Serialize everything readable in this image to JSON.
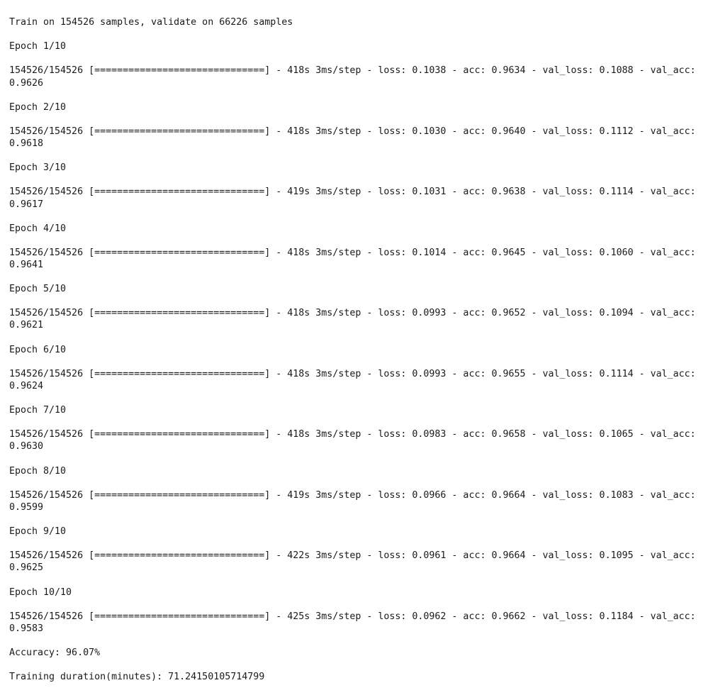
{
  "terminal": {
    "background_color": "#ffffff",
    "text_color": "#1a1a1a",
    "header_line": "Train on 154526 samples, validate on 66226 samples",
    "progress_bar": "154526/154526 [==============================]",
    "steps_done": "154526",
    "steps_total": "154526",
    "total_epochs": "10",
    "epochs": [
      {
        "epoch_label": "Epoch 1/10",
        "line": "154526/154526 [==============================] - 418s 3ms/step - loss: 0.1038 - acc: 0.9634 - val_loss: 0.1088 - val_acc: 0.9626",
        "time": "418s",
        "step_time": "3ms/step",
        "loss": "0.1038",
        "acc": "0.9634",
        "val_loss": "0.1088",
        "val_acc": "0.9626"
      },
      {
        "epoch_label": "Epoch 2/10",
        "line": "154526/154526 [==============================] - 418s 3ms/step - loss: 0.1030 - acc: 0.9640 - val_loss: 0.1112 - val_acc: 0.9618",
        "time": "418s",
        "step_time": "3ms/step",
        "loss": "0.1030",
        "acc": "0.9640",
        "val_loss": "0.1112",
        "val_acc": "0.9618"
      },
      {
        "epoch_label": "Epoch 3/10",
        "line": "154526/154526 [==============================] - 419s 3ms/step - loss: 0.1031 - acc: 0.9638 - val_loss: 0.1114 - val_acc: 0.9617",
        "time": "419s",
        "step_time": "3ms/step",
        "loss": "0.1031",
        "acc": "0.9638",
        "val_loss": "0.1114",
        "val_acc": "0.9617"
      },
      {
        "epoch_label": "Epoch 4/10",
        "line": "154526/154526 [==============================] - 418s 3ms/step - loss: 0.1014 - acc: 0.9645 - val_loss: 0.1060 - val_acc: 0.9641",
        "time": "418s",
        "step_time": "3ms/step",
        "loss": "0.1014",
        "acc": "0.9645",
        "val_loss": "0.1060",
        "val_acc": "0.9641"
      },
      {
        "epoch_label": "Epoch 5/10",
        "line": "154526/154526 [==============================] - 418s 3ms/step - loss: 0.0993 - acc: 0.9652 - val_loss: 0.1094 - val_acc: 0.9621",
        "time": "418s",
        "step_time": "3ms/step",
        "loss": "0.0993",
        "acc": "0.9652",
        "val_loss": "0.1094",
        "val_acc": "0.9621"
      },
      {
        "epoch_label": "Epoch 6/10",
        "line": "154526/154526 [==============================] - 418s 3ms/step - loss: 0.0993 - acc: 0.9655 - val_loss: 0.1114 - val_acc: 0.9624",
        "time": "418s",
        "step_time": "3ms/step",
        "loss": "0.0993",
        "acc": "0.9655",
        "val_loss": "0.1114",
        "val_acc": "0.9624"
      },
      {
        "epoch_label": "Epoch 7/10",
        "line": "154526/154526 [==============================] - 418s 3ms/step - loss: 0.0983 - acc: 0.9658 - val_loss: 0.1065 - val_acc: 0.9630",
        "time": "418s",
        "step_time": "3ms/step",
        "loss": "0.0983",
        "acc": "0.9658",
        "val_loss": "0.1065",
        "val_acc": "0.9630"
      },
      {
        "epoch_label": "Epoch 8/10",
        "line": "154526/154526 [==============================] - 419s 3ms/step - loss: 0.0966 - acc: 0.9664 - val_loss: 0.1083 - val_acc: 0.9599",
        "time": "419s",
        "step_time": "3ms/step",
        "loss": "0.0966",
        "acc": "0.9664",
        "val_loss": "0.1083",
        "val_acc": "0.9599"
      },
      {
        "epoch_label": "Epoch 9/10",
        "line": "154526/154526 [==============================] - 422s 3ms/step - loss: 0.0961 - acc: 0.9664 - val_loss: 0.1095 - val_acc: 0.9625",
        "time": "422s",
        "step_time": "3ms/step",
        "loss": "0.0961",
        "acc": "0.9664",
        "val_loss": "0.1095",
        "val_acc": "0.9625"
      },
      {
        "epoch_label": "Epoch 10/10",
        "line": "154526/154526 [==============================] - 425s 3ms/step - loss: 0.0962 - acc: 0.9662 - val_loss: 0.1184 - val_acc: 0.9583",
        "time": "425s",
        "step_time": "3ms/step",
        "loss": "0.0962",
        "acc": "0.9662",
        "val_loss": "0.1184",
        "val_acc": "0.9583"
      }
    ],
    "summary": {
      "accuracy_line": "Accuracy: 96.07%",
      "accuracy_value": "96.07%",
      "duration_line": "Training duration(minutes): 71.24150105714799",
      "duration_value": "71.24150105714799"
    }
  }
}
